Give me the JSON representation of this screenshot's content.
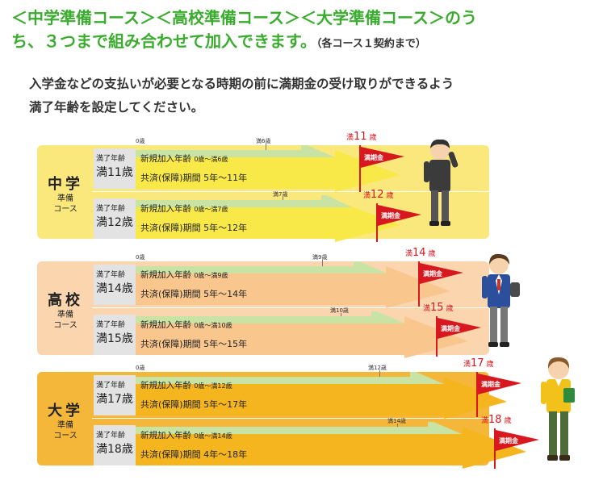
{
  "heading": {
    "line1": "＜中学準備コース＞＜高校準備コース＞＜大学準備コース＞のう",
    "line2": "ち、３つまで組み合わせて加入できます。",
    "note": "（各コース１契約まで）"
  },
  "description": {
    "line1": "入学金などの支払いが必要となる時期の前に満期金の受け取りができるよう",
    "line2": "満了年齢を設定してください。"
  },
  "common": {
    "age_label": "満了年齢",
    "new_label": "新規加入年齢",
    "insurance_label": "共済(保障)期間",
    "flag_label": "満期金",
    "start_age": "0歳",
    "maturity_prefix": "満",
    "maturity_suffix": "歳"
  },
  "courses": [
    {
      "name": "中学",
      "sub1": "準備",
      "sub2": "コース",
      "color": "#fbe87d",
      "arrow_color": "#f8e948",
      "rows": [
        {
          "age": "満11歳",
          "new_range": "0歳～満6歳",
          "period": "5年～11年",
          "tick": "満6歳",
          "maturity_num": "11"
        },
        {
          "age": "満12歳",
          "new_range": "0歳～満7歳",
          "period": "5年～12年",
          "tick": "満7歳",
          "maturity_num": "12"
        }
      ]
    },
    {
      "name": "高校",
      "sub1": "準備",
      "sub2": "コース",
      "color": "#fbd5ad",
      "arrow_color": "#f9c68e",
      "rows": [
        {
          "age": "満14歳",
          "new_range": "0歳～満9歳",
          "period": "5年～14年",
          "tick": "満9歳",
          "maturity_num": "14"
        },
        {
          "age": "満15歳",
          "new_range": "0歳～満10歳",
          "period": "5年～15年",
          "tick": "満10歳",
          "maturity_num": "15"
        }
      ]
    },
    {
      "name": "大学",
      "sub1": "準備",
      "sub2": "コース",
      "color": "#f4b73a",
      "arrow_color": "#f4b51f",
      "rows": [
        {
          "age": "満17歳",
          "new_range": "0歳～満12歳",
          "period": "5年～17年",
          "tick": "満12歳",
          "maturity_num": "17"
        },
        {
          "age": "満18歳",
          "new_range": "0歳～満14歳",
          "period": "4年～18年",
          "tick": "満14歳",
          "maturity_num": "18"
        }
      ]
    }
  ],
  "colors": {
    "heading_green": "#3aac2e",
    "new_join_green": "#c8e3a3",
    "flag_red": "#d7181f"
  },
  "icons": [
    "student-junior-high-illustration",
    "student-high-school-illustration",
    "student-university-illustration",
    "maturity-flag-icon"
  ]
}
